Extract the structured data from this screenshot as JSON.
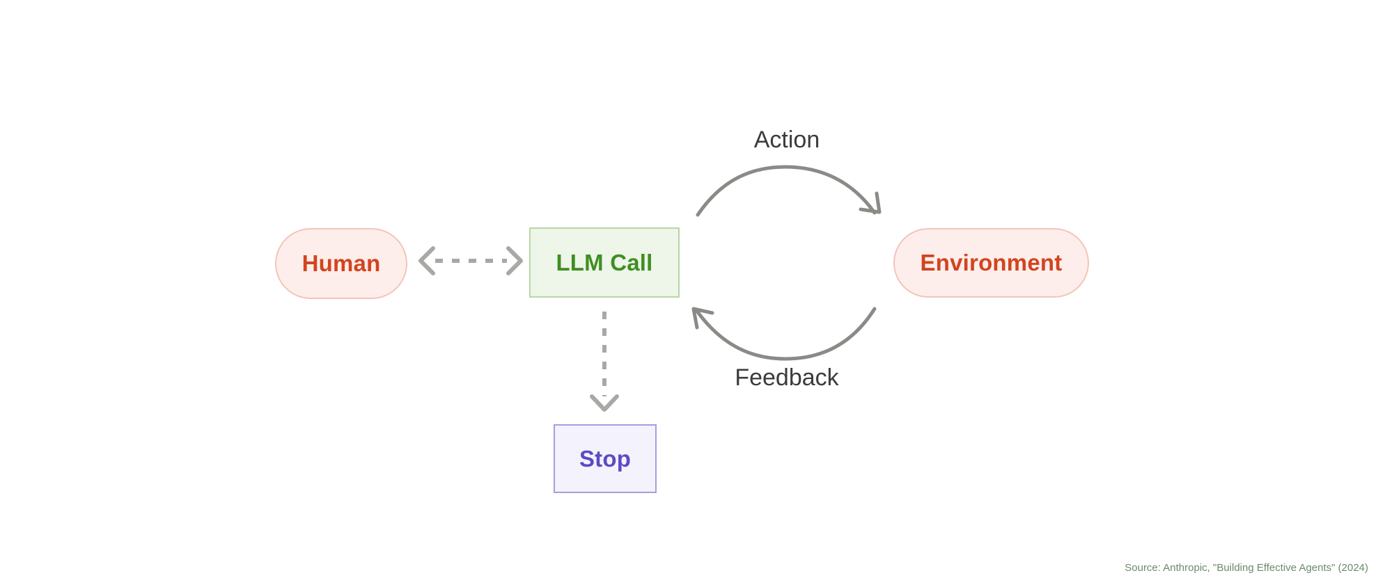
{
  "diagram": {
    "title": "Agent loop diagram",
    "background": "#ffffff",
    "nodes": {
      "human": {
        "label": "Human",
        "shape": "pill",
        "fill": "#fdeeeb",
        "border": "#f3c4ba",
        "text_color": "#d2441f"
      },
      "llm_call": {
        "label": "LLM Call",
        "shape": "rectangle",
        "fill": "#eef5e9",
        "border": "#b9d6a6",
        "text_color": "#3f8f22"
      },
      "environment": {
        "label": "Environment",
        "shape": "pill",
        "fill": "#fdeeeb",
        "border": "#f3c4ba",
        "text_color": "#d2441f"
      },
      "stop": {
        "label": "Stop",
        "shape": "rectangle",
        "fill": "#f4f2fc",
        "border": "#a99be0",
        "text_color": "#5b4bc4"
      }
    },
    "edges": {
      "action": {
        "label": "Action",
        "from": "llm_call",
        "to": "environment",
        "style": "curved-solid",
        "color": "#8a8a87",
        "arrowheads": "end"
      },
      "feedback": {
        "label": "Feedback",
        "from": "environment",
        "to": "llm_call",
        "style": "curved-solid",
        "color": "#8a8a87",
        "arrowheads": "end"
      },
      "human_llm": {
        "label": "",
        "from": "human",
        "to": "llm_call",
        "style": "dashed",
        "color": "#a8a8a5",
        "arrowheads": "both"
      },
      "llm_stop": {
        "label": "",
        "from": "llm_call",
        "to": "stop",
        "style": "dashed",
        "color": "#a8a8a5",
        "arrowheads": "end"
      }
    },
    "source": "Source: Anthropic, \"Building Effective Agents\" (2024)"
  }
}
